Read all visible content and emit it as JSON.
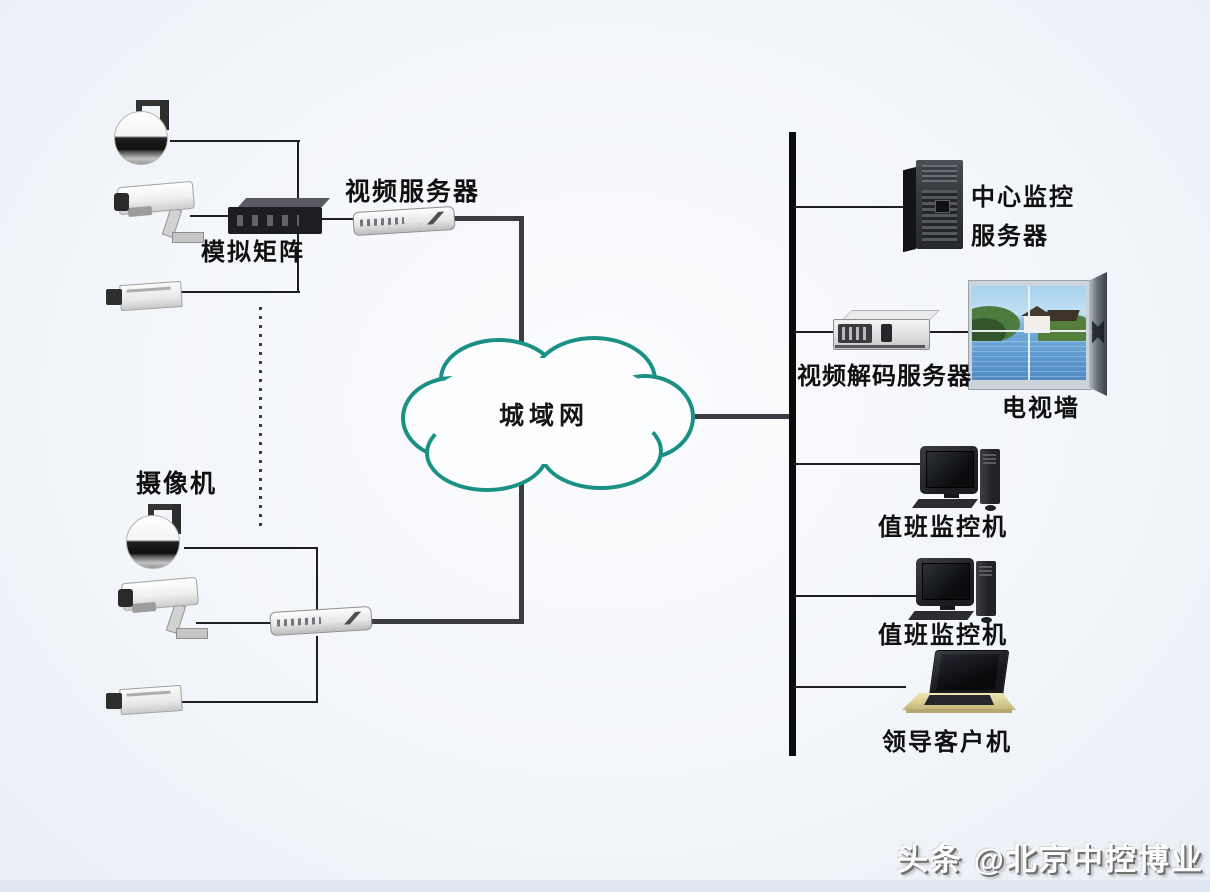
{
  "cloud": {
    "label": "城域网"
  },
  "capture_top": {
    "matrix_label": "模拟矩阵",
    "video_server_label": "视频服务器"
  },
  "capture_bottom": {
    "cameras_label": "摄像机"
  },
  "center": {
    "central_server_line1": "中心监控",
    "central_server_line2": "服务器",
    "decode_server_label": "视频解码服务器",
    "tv_wall_label": "电视墙",
    "duty_monitor_1_label": "值班监控机",
    "duty_monitor_2_label": "值班监控机",
    "leader_client_label": "领导客户机"
  },
  "watermark": "头条 @北京中控博业",
  "colors": {
    "cloud_stroke": "#1b9186",
    "bus_line": "#0b0b0b",
    "thick_line": "#3c3c44",
    "thin_line": "#1f1f1f",
    "laptop_base": "#d9cd92",
    "background": "#eef2f8"
  }
}
